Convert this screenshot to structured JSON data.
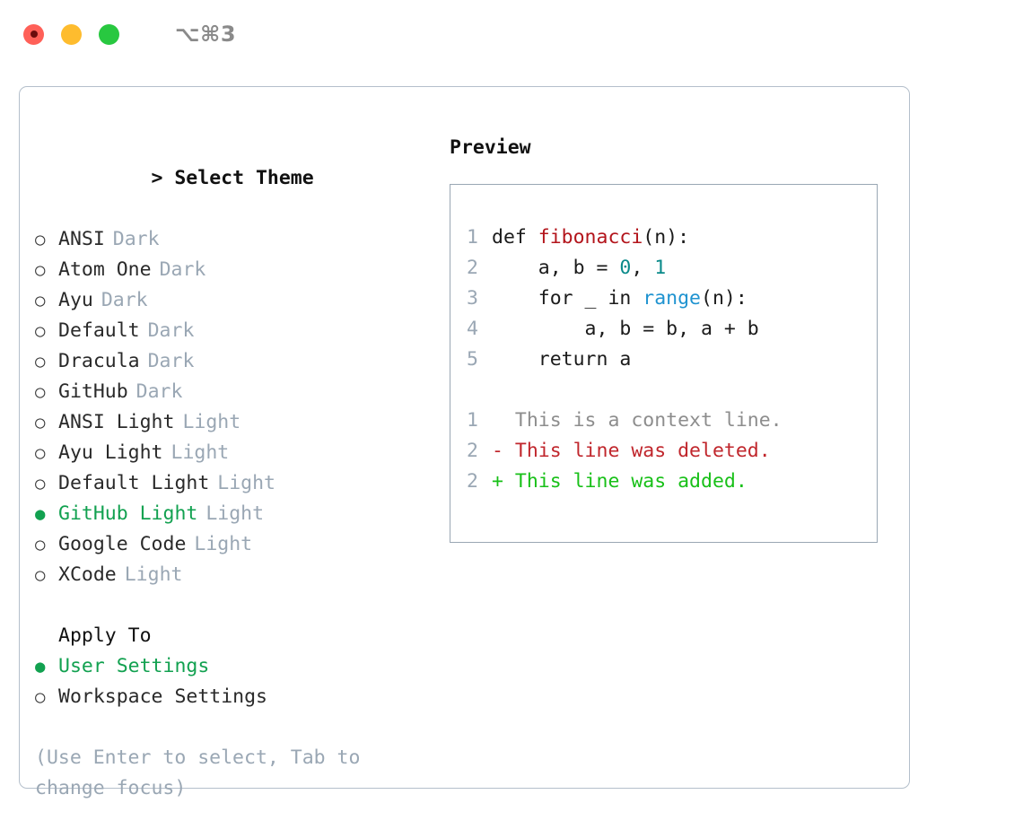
{
  "titlebar": {
    "shortcut": "⌥⌘3",
    "lights": [
      "close-red",
      "minimize-yellow",
      "maximize-green"
    ]
  },
  "theme_picker": {
    "caret": ">",
    "heading": "Select Theme",
    "marker_on": "●",
    "marker_off": "○",
    "items": [
      {
        "label": "ANSI",
        "suffix": "Dark",
        "selected": false
      },
      {
        "label": "Atom One",
        "suffix": "Dark",
        "selected": false
      },
      {
        "label": "Ayu",
        "suffix": "Dark",
        "selected": false
      },
      {
        "label": "Default",
        "suffix": "Dark",
        "selected": false
      },
      {
        "label": "Dracula",
        "suffix": "Dark",
        "selected": false
      },
      {
        "label": "GitHub",
        "suffix": "Dark",
        "selected": false
      },
      {
        "label": "ANSI Light",
        "suffix": "Light",
        "selected": false
      },
      {
        "label": "Ayu Light",
        "suffix": "Light",
        "selected": false
      },
      {
        "label": "Default Light",
        "suffix": "Light",
        "selected": false
      },
      {
        "label": "GitHub Light",
        "suffix": "Light",
        "selected": true
      },
      {
        "label": "Google Code",
        "suffix": "Light",
        "selected": false
      },
      {
        "label": "XCode",
        "suffix": "Light",
        "selected": false
      }
    ]
  },
  "apply_to": {
    "heading": "Apply To",
    "items": [
      {
        "label": "User Settings",
        "selected": true
      },
      {
        "label": "Workspace Settings",
        "selected": false
      }
    ]
  },
  "hint": "(Use Enter to select, Tab to change focus)",
  "preview": {
    "title": "Preview",
    "code_lines": [
      {
        "no": "1",
        "tokens": [
          {
            "t": "def ",
            "c": "plain"
          },
          {
            "t": "fibonacci",
            "c": "fn"
          },
          {
            "t": "(n):",
            "c": "plain"
          }
        ]
      },
      {
        "no": "2",
        "tokens": [
          {
            "t": "    a, b = ",
            "c": "plain"
          },
          {
            "t": "0",
            "c": "num"
          },
          {
            "t": ", ",
            "c": "plain"
          },
          {
            "t": "1",
            "c": "num"
          }
        ]
      },
      {
        "no": "3",
        "tokens": [
          {
            "t": "    for _ in ",
            "c": "plain"
          },
          {
            "t": "range",
            "c": "call"
          },
          {
            "t": "(n):",
            "c": "plain"
          }
        ]
      },
      {
        "no": "4",
        "tokens": [
          {
            "t": "        a, b = b, a + b",
            "c": "plain"
          }
        ]
      },
      {
        "no": "5",
        "tokens": [
          {
            "t": "    return a",
            "c": "plain"
          }
        ]
      }
    ],
    "diff_lines": [
      {
        "no": "1",
        "sign": " ",
        "text": " This is a context line.",
        "kind": "context"
      },
      {
        "no": "2",
        "sign": "-",
        "text": " This line was deleted.",
        "kind": "deleted"
      },
      {
        "no": "2",
        "sign": "+",
        "text": " This line was added.",
        "kind": "added"
      }
    ]
  },
  "colors": {
    "selected_green": "#12a150",
    "diff_added": "#18c018",
    "diff_deleted": "#c0262c",
    "muted": "#9aa7b4",
    "fn_red": "#b3141b",
    "num_teal": "#0a8a8a",
    "call_blue": "#1f93d0"
  }
}
